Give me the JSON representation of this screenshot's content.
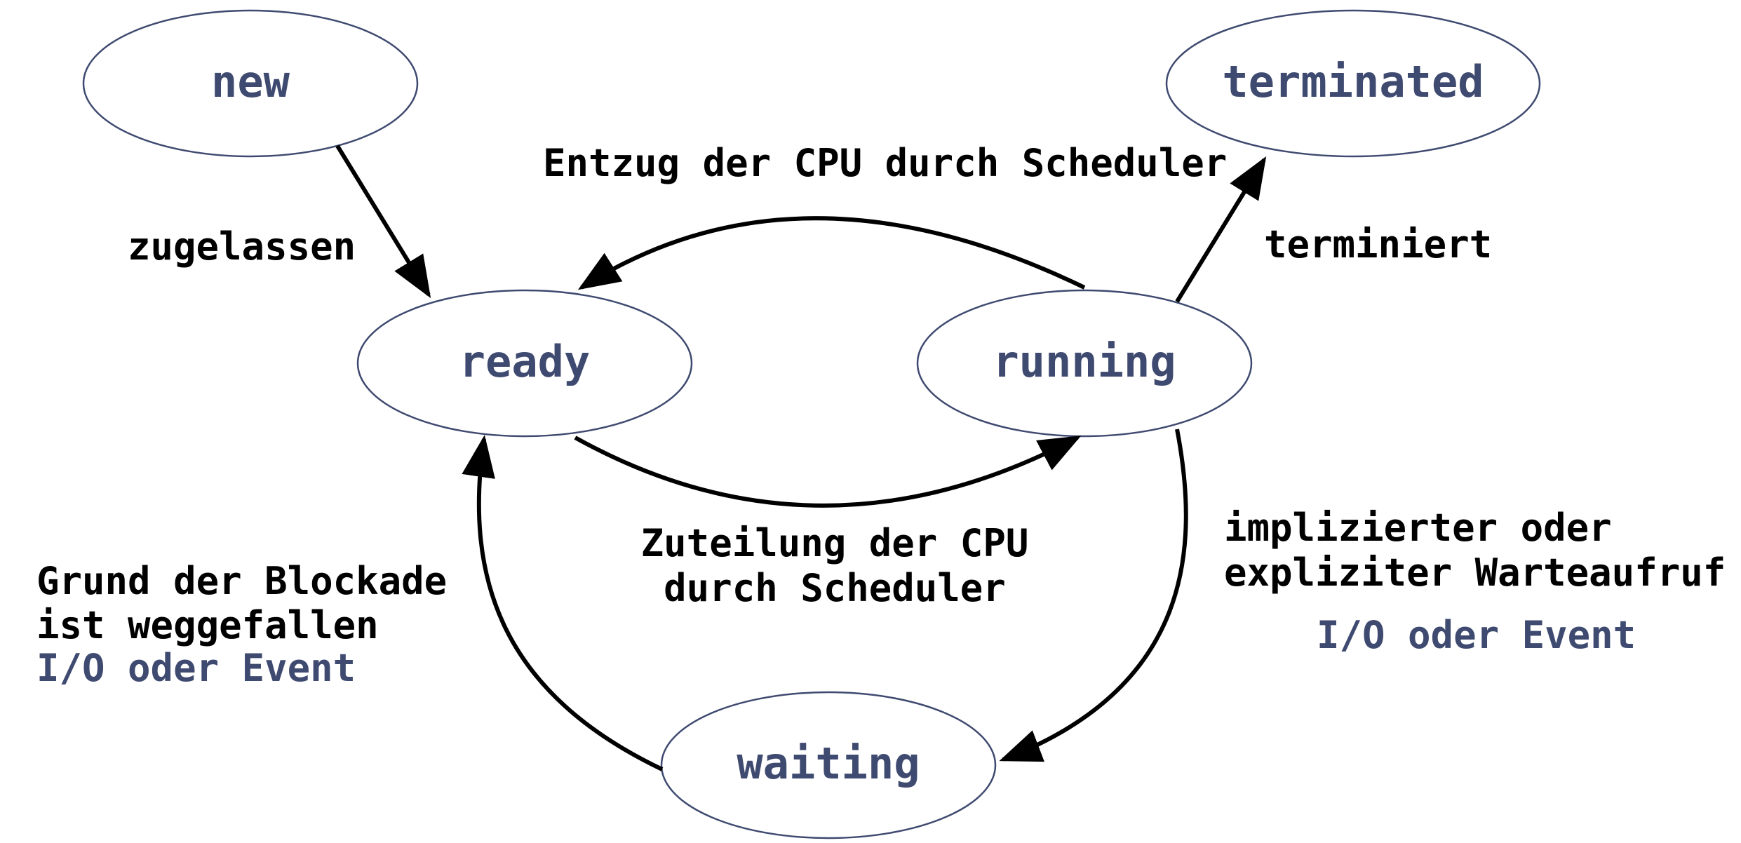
{
  "states": {
    "new": "new",
    "terminated": "terminated",
    "ready": "ready",
    "running": "running",
    "waiting": "waiting"
  },
  "transitions": {
    "admitted": "zugelassen",
    "preempted": "Entzug der CPU durch Scheduler",
    "terminated": "terminiert",
    "dispatch_line1": "Zuteilung der CPU",
    "dispatch_line2": "durch Scheduler",
    "wait_line1": "implizierter oder",
    "wait_line2": "expliziter Warteaufruf",
    "wait_cause": "I/O oder Event",
    "unblock_line1": "Grund der Blockade",
    "unblock_line2": "ist weggefallen",
    "unblock_cause": "I/O oder Event"
  },
  "colors": {
    "state_text": "#3f4a70",
    "label_text": "#000000",
    "accent_text": "#3f4a70",
    "arrow": "#000000",
    "node_outline": "#3f4a70"
  }
}
